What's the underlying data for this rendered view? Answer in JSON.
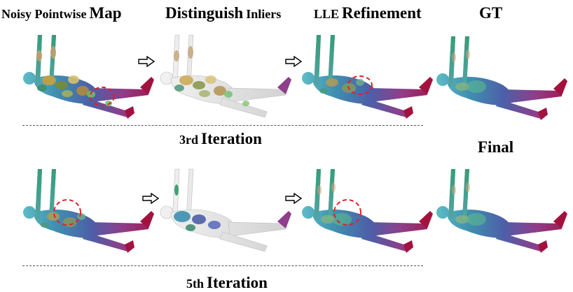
{
  "headers": {
    "col1": {
      "part1": "Noisy Pointwise",
      "part2": "Map"
    },
    "col2": {
      "part1": "Distinguish",
      "part2": "Inliers"
    },
    "col3": {
      "part1": "LLE",
      "part2": "Refinement"
    },
    "col4": "GT"
  },
  "rows": {
    "row1": {
      "caption": {
        "part1": "3rd",
        "part2": "Iteration"
      }
    },
    "row2": {
      "caption": {
        "part1": "5th",
        "part2": "Iteration"
      }
    }
  },
  "final_label": "Final",
  "colors": {
    "highlight": "#e0202a",
    "divider": "#555555"
  }
}
